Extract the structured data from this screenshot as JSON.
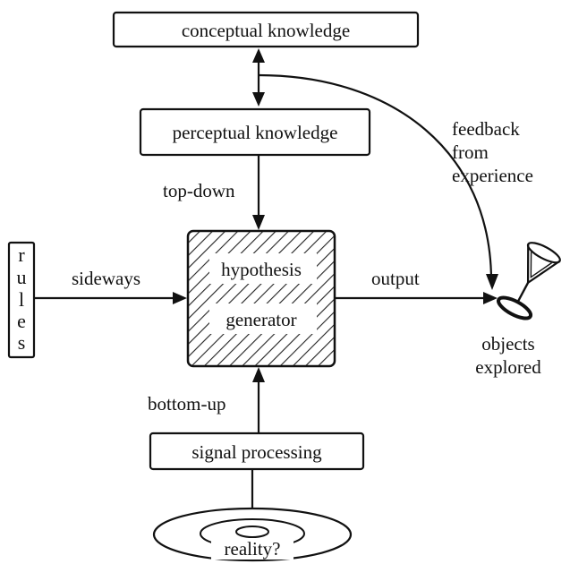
{
  "boxes": {
    "conceptual": "conceptual knowledge",
    "perceptual": "perceptual knowledge",
    "hypothesis_line1": "hypothesis",
    "hypothesis_line2": "generator",
    "signal": "signal processing"
  },
  "rules_letters": [
    "r",
    "u",
    "l",
    "e",
    "s"
  ],
  "arrow_labels": {
    "top_down": "top-down",
    "sideways": "sideways",
    "output": "output",
    "bottom_up": "bottom-up",
    "feedback_line1": "feedback",
    "feedback_line2": "from",
    "feedback_line3": "experience"
  },
  "objects_label": {
    "line1": "objects",
    "line2": "explored"
  },
  "reality_label": "reality?",
  "colors": {
    "ink": "#111111",
    "background": "#ffffff"
  },
  "icons": {
    "objects": "cocktail-glass-icon"
  }
}
